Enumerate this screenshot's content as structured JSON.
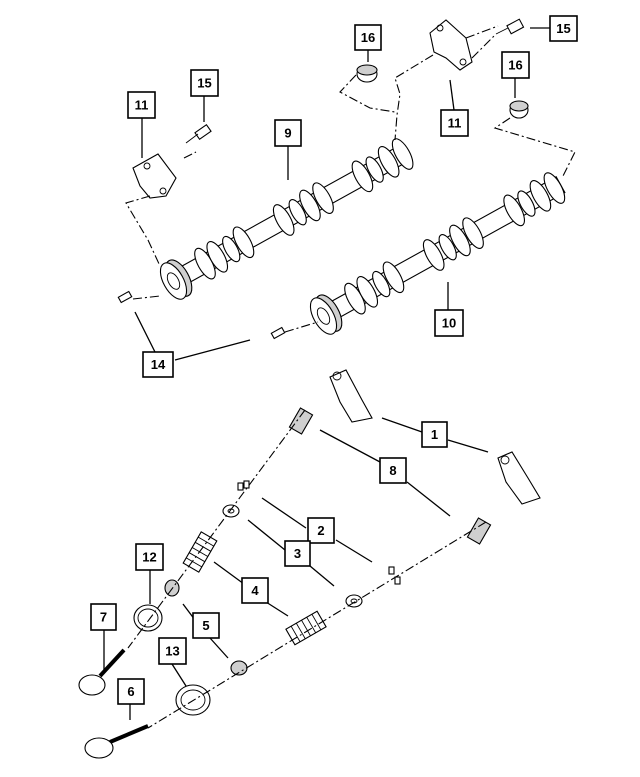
{
  "callouts": [
    {
      "id": "c16a",
      "label": "16"
    },
    {
      "id": "c15a",
      "label": "15"
    },
    {
      "id": "c15b",
      "label": "15"
    },
    {
      "id": "c11a",
      "label": "11"
    },
    {
      "id": "c16b",
      "label": "16"
    },
    {
      "id": "c9",
      "label": "9"
    },
    {
      "id": "c11b",
      "label": "11"
    },
    {
      "id": "c14",
      "label": "14"
    },
    {
      "id": "c10",
      "label": "10"
    },
    {
      "id": "c1",
      "label": "1"
    },
    {
      "id": "c8",
      "label": "8"
    },
    {
      "id": "c2",
      "label": "2"
    },
    {
      "id": "c3",
      "label": "3"
    },
    {
      "id": "c12",
      "label": "12"
    },
    {
      "id": "c4",
      "label": "4"
    },
    {
      "id": "c7",
      "label": "7"
    },
    {
      "id": "c5",
      "label": "5"
    },
    {
      "id": "c13",
      "label": "13"
    },
    {
      "id": "c6",
      "label": "6"
    }
  ]
}
